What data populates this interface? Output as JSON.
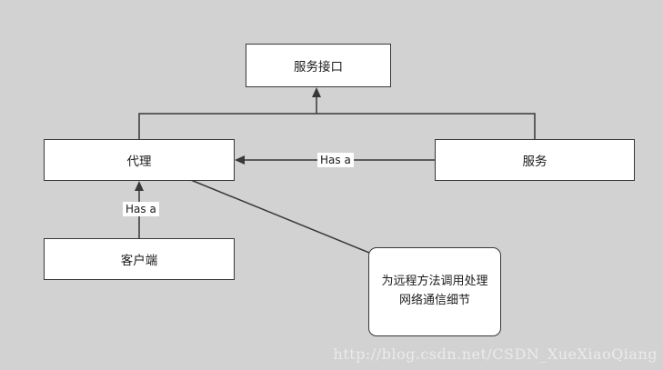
{
  "diagram": {
    "colors": {
      "background": "#d2d2d2",
      "node_fill": "#ffffff",
      "stroke": "#383838"
    },
    "nodes": {
      "service_interface": {
        "label": "服务接口"
      },
      "proxy": {
        "label": "代理"
      },
      "service": {
        "label": "服务"
      },
      "client": {
        "label": "客户端"
      },
      "note": {
        "line1": "为远程方法调用处理",
        "line2": "网络通信细节"
      }
    },
    "edges": {
      "service_proxy": {
        "label": "Has a"
      },
      "client_proxy": {
        "label": "Has a"
      }
    },
    "watermark": "http://blog.csdn.net/CSDN_XueXiaoQiang"
  }
}
